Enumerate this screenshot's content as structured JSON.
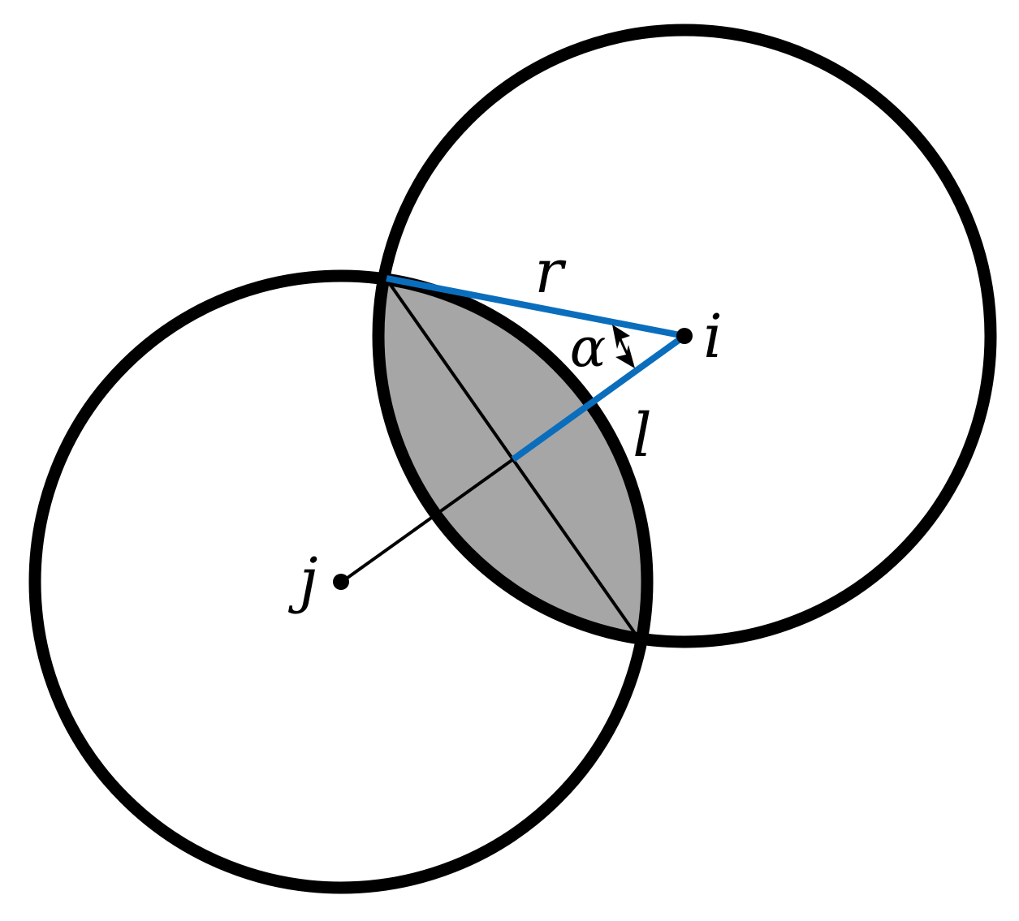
{
  "labels": {
    "center_i": "i",
    "center_j": "j",
    "radius": "r",
    "angle": "α",
    "distance": "l"
  },
  "colors": {
    "circle_stroke": "#000000",
    "overlap_fill": "#a6a6a6",
    "highlight": "#0a6ebd",
    "background": "#ffffff"
  },
  "circles": [
    {
      "name": "circle-i",
      "center_label": "i"
    },
    {
      "name": "circle-j",
      "center_label": "j"
    }
  ]
}
